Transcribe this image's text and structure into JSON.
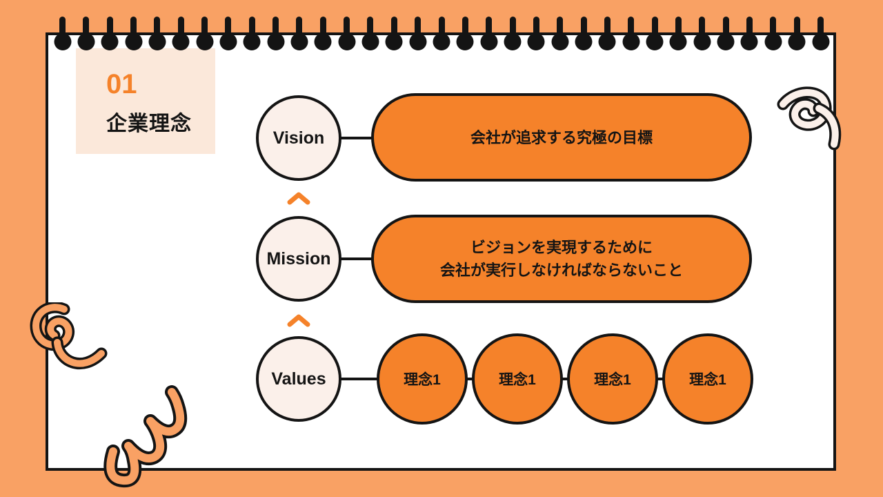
{
  "slide": {
    "section_number": "01",
    "section_title": "企業理念"
  },
  "colors": {
    "background": "#F9A164",
    "accent": "#F5822A",
    "cream": "#FBF0EA",
    "peach": "#FBE8DA",
    "paper": "#FFFFFF",
    "ink": "#141414"
  },
  "diagram": {
    "rows": [
      {
        "label": "Vision",
        "description": "会社が追求する究極の目標"
      },
      {
        "label": "Mission",
        "description_line1": "ビジョンを実現するために",
        "description_line2": "会社が実行しなければならないこと"
      },
      {
        "label": "Values",
        "items": [
          "理念1",
          "理念1",
          "理念1",
          "理念1"
        ]
      }
    ]
  },
  "binding": {
    "pin_count": 33
  }
}
